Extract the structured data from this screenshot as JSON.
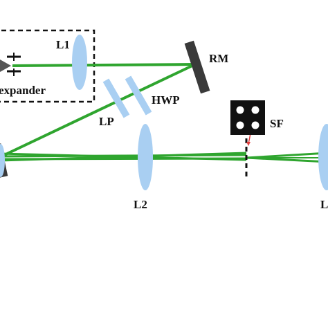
{
  "labels": {
    "l1": "L1",
    "expander": "expander",
    "rm": "RM",
    "hwp": "HWP",
    "lp": "LP",
    "sf": "SF",
    "l2": "L2",
    "l3_partial": "L"
  },
  "colors": {
    "beam": "#2fa52f",
    "lens": "#a9cff2",
    "mirror": "#3a3a3a",
    "filter_box": "#111111",
    "pointer": "#e23b3b"
  },
  "icons": {
    "spatial_filter": "four-hole-mask-icon",
    "pinhole": "dashed-pinhole-icon"
  }
}
